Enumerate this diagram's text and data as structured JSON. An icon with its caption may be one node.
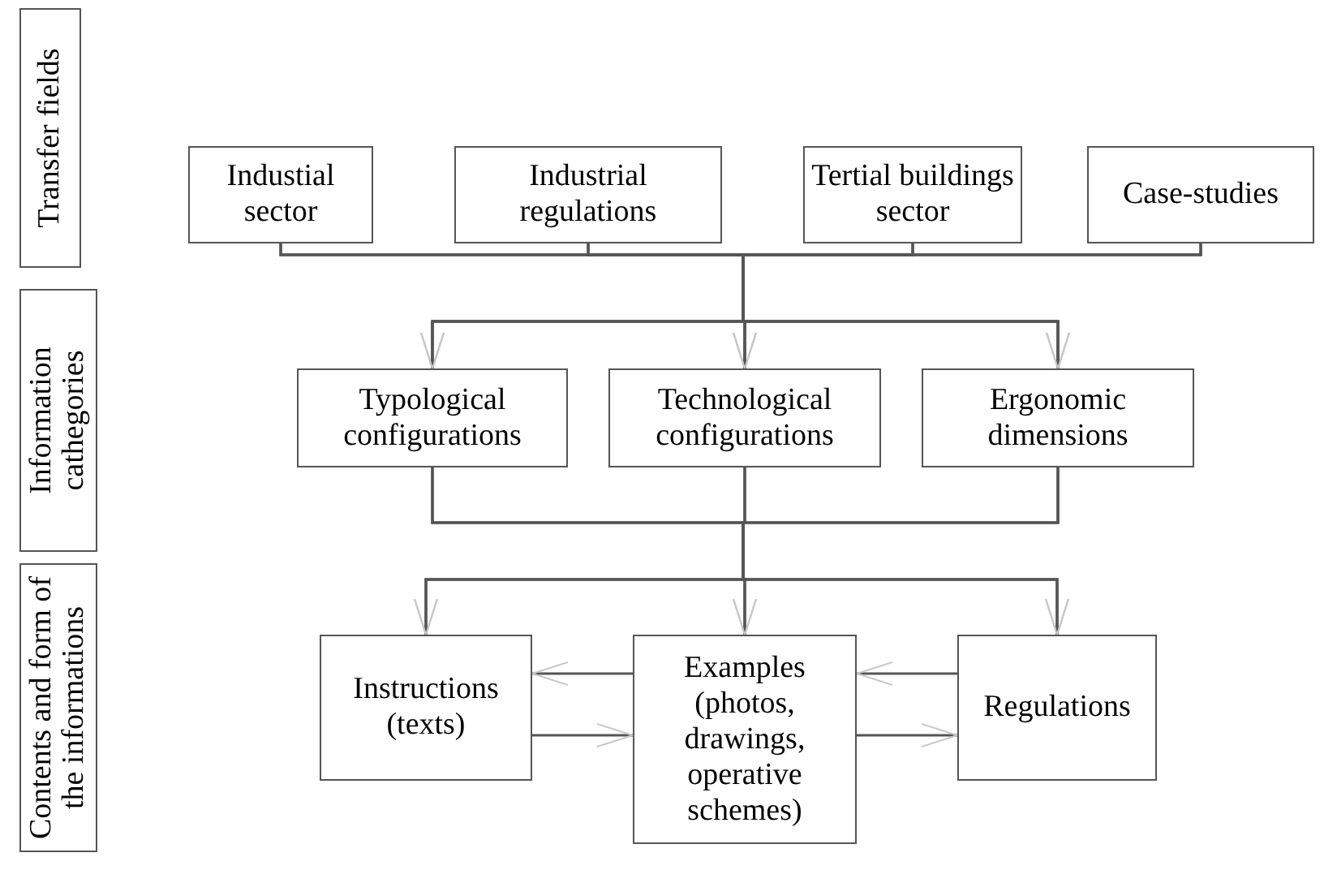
{
  "diagram": {
    "nodes": [
      {
        "text": [
          "Transfer fields"
        ]
      },
      {
        "text": [
          "Information cathegories"
        ]
      },
      {
        "text": [
          "Contents and form of the informations"
        ]
      },
      {
        "text": [
          "Industial sector"
        ]
      },
      {
        "text": [
          "Industrial regulations"
        ]
      },
      {
        "text": [
          "Tertial buildings sector"
        ]
      },
      {
        "text": [
          "Case-studies"
        ]
      },
      {
        "text": [
          "Typological configurations"
        ]
      },
      {
        "text": [
          "Technological configurations"
        ]
      },
      {
        "text": [
          "Ergonomic dimensions"
        ]
      },
      {
        "text": [
          "Instructions (texts)"
        ]
      },
      {
        "text": [
          "Examples (photos, drawings, operative schemes)"
        ]
      },
      {
        "text": [
          "Regulations"
        ]
      }
    ],
    "edges": [
      {
        "from": 3,
        "to": 7,
        "arrow": "to"
      },
      {
        "from": 3,
        "to": 8,
        "arrow": "to"
      },
      {
        "from": 3,
        "to": 9,
        "arrow": "to"
      },
      {
        "from": 4,
        "to": 7,
        "arrow": "to"
      },
      {
        "from": 4,
        "to": 8,
        "arrow": "to"
      },
      {
        "from": 4,
        "to": 9,
        "arrow": "to"
      },
      {
        "from": 5,
        "to": 7,
        "arrow": "to"
      },
      {
        "from": 5,
        "to": 8,
        "arrow": "to"
      },
      {
        "from": 5,
        "to": 9,
        "arrow": "to"
      },
      {
        "from": 6,
        "to": 7,
        "arrow": "to"
      },
      {
        "from": 6,
        "to": 8,
        "arrow": "to"
      },
      {
        "from": 6,
        "to": 9,
        "arrow": "to"
      },
      {
        "from": 7,
        "to": 10,
        "arrow": "to"
      },
      {
        "from": 7,
        "to": 11,
        "arrow": "to"
      },
      {
        "from": 7,
        "to": 12,
        "arrow": "to"
      },
      {
        "from": 8,
        "to": 10,
        "arrow": "to"
      },
      {
        "from": 8,
        "to": 11,
        "arrow": "to"
      },
      {
        "from": 8,
        "to": 12,
        "arrow": "to"
      },
      {
        "from": 9,
        "to": 10,
        "arrow": "to"
      },
      {
        "from": 9,
        "to": 11,
        "arrow": "to"
      },
      {
        "from": 9,
        "to": 12,
        "arrow": "to"
      },
      {
        "from": 11,
        "to": 10,
        "arrow": "to"
      },
      {
        "from": 10,
        "to": 11,
        "arrow": "to"
      },
      {
        "from": 12,
        "to": 11,
        "arrow": "to"
      },
      {
        "from": 11,
        "to": 12,
        "arrow": "to"
      }
    ]
  }
}
